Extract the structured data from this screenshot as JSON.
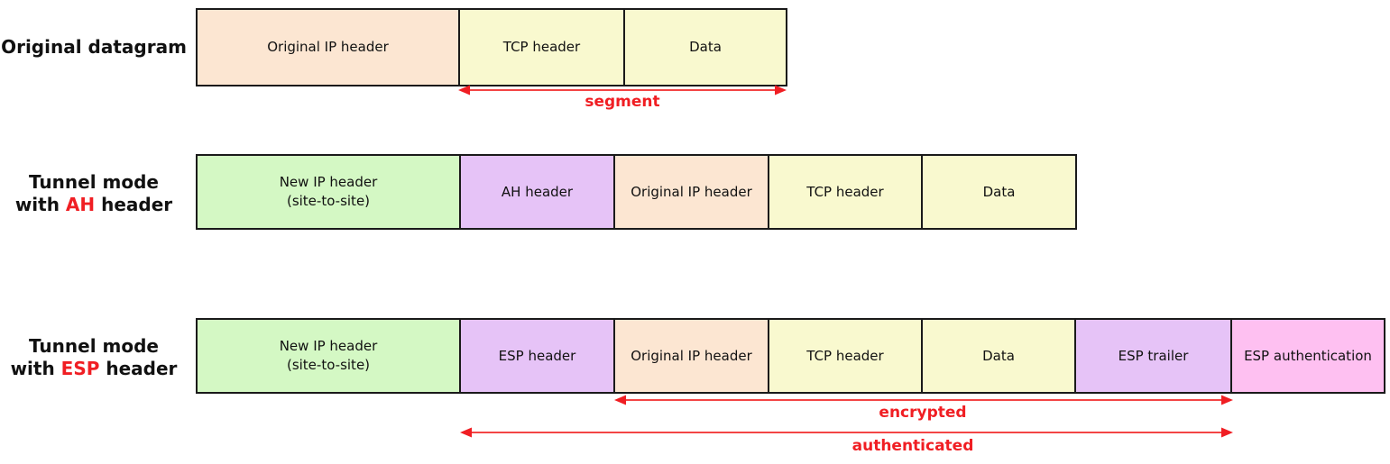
{
  "colors": {
    "peach": "#fce6d2",
    "yellow": "#f9f9cf",
    "green": "#d4f8c4",
    "purple": "#e6c3f7",
    "pink": "#fec0f1",
    "border": "#1a1a1a",
    "text": "#111111",
    "red": "#f01e23",
    "arrow": "#f34545"
  },
  "rows": [
    {
      "label": {
        "line1": "Original datagram"
      },
      "boxes": [
        {
          "label": "Original IP header"
        },
        {
          "label": "TCP header"
        },
        {
          "label": "Data"
        }
      ],
      "arrow_label": "segment"
    },
    {
      "label": {
        "line1": "Tunnel mode",
        "line2_pre": "with ",
        "line2_accent": "AH",
        "line2_post": " header"
      },
      "boxes": [
        {
          "label": "New IP header",
          "sublabel": "(site-to-site)"
        },
        {
          "label": "AH header"
        },
        {
          "label": "Original IP header"
        },
        {
          "label": "TCP header"
        },
        {
          "label": "Data"
        }
      ]
    },
    {
      "label": {
        "line1": "Tunnel mode",
        "line2_pre": "with ",
        "line2_accent": "ESP",
        "line2_post": " header"
      },
      "boxes": [
        {
          "label": "New IP header",
          "sublabel": "(site-to-site)"
        },
        {
          "label": "ESP header"
        },
        {
          "label": "Original IP header"
        },
        {
          "label": "TCP header"
        },
        {
          "label": "Data"
        },
        {
          "label": "ESP trailer"
        },
        {
          "label": "ESP authentication"
        }
      ],
      "arrows": [
        {
          "label": "encrypted"
        },
        {
          "label": "authenticated"
        }
      ]
    }
  ]
}
